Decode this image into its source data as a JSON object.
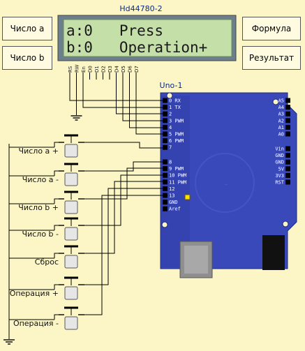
{
  "lcd": {
    "title": "Hd44780-2",
    "line1": "a:0   Press",
    "line2": "b:0   Operation+",
    "pins": [
      "RS",
      "RW",
      "En",
      "D0",
      "D1",
      "D2",
      "D3",
      "D4",
      "D5",
      "D6",
      "D7"
    ]
  },
  "side_boxes": {
    "num_a": "Число  a",
    "num_b": "Число  b",
    "formula": "Формула",
    "result": "Результат"
  },
  "board": {
    "title": "Uno-1",
    "left_pins": [
      {
        "n": "0",
        "label": "RX"
      },
      {
        "n": "1",
        "label": "TX"
      },
      {
        "n": "2",
        "label": ""
      },
      {
        "n": "3",
        "label": "PWM"
      },
      {
        "n": "4",
        "label": ""
      },
      {
        "n": "5",
        "label": "PWM"
      },
      {
        "n": "6",
        "label": "PWM"
      },
      {
        "n": "7",
        "label": ""
      }
    ],
    "left_pins_2": [
      {
        "n": "8",
        "label": ""
      },
      {
        "n": "9",
        "label": "PWM"
      },
      {
        "n": "10",
        "label": "PWM"
      },
      {
        "n": "11",
        "label": "PWM"
      },
      {
        "n": "12",
        "label": ""
      },
      {
        "n": "13",
        "label": ""
      },
      {
        "n": "GND",
        "label": ""
      },
      {
        "n": "Aref",
        "label": ""
      }
    ],
    "right_pins": [
      "A5",
      "A4",
      "A3",
      "A2",
      "A1",
      "A0"
    ],
    "power_pins": [
      "Vin",
      "GND",
      "GND",
      "5V",
      "3V3",
      "RST"
    ]
  },
  "buttons": [
    {
      "label": "Число а +"
    },
    {
      "label": "Число а -"
    },
    {
      "label": "Число b +"
    },
    {
      "label": "Число b -"
    },
    {
      "label": "Сброс"
    },
    {
      "label": "Операция +"
    },
    {
      "label": "Операция -"
    }
  ],
  "colors": {
    "background": "#fcf6c6",
    "lcd_body": "#6b7f8d",
    "lcd_screen": "#c5dfa8",
    "board": "#3a49b9",
    "board_text": "#ffffff",
    "wire": "#000000",
    "led": "#ffe000"
  }
}
